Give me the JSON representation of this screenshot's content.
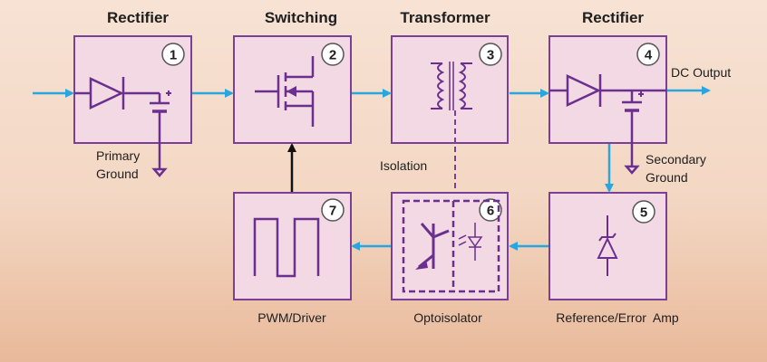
{
  "title": "Switching power supply block diagram",
  "colors": {
    "box_border": "#7b3f95",
    "box_fill": "#f3d9e3",
    "arrow_blue": "#29a6df",
    "arrow_black": "#111111",
    "symbol": "#6a2f8f"
  },
  "blocks": [
    {
      "number": "1",
      "title": "Rectifier",
      "icon": "diode-rectifier-icon"
    },
    {
      "number": "2",
      "title": "Switching",
      "icon": "mosfet-icon"
    },
    {
      "number": "3",
      "title": "Transformer",
      "icon": "transformer-coil-icon"
    },
    {
      "number": "4",
      "title": "Rectifier",
      "icon": "diode-rectifier-icon"
    },
    {
      "number": "5",
      "title": "Reference/Error  Amp",
      "icon": "zener-diode-icon"
    },
    {
      "number": "6",
      "title": "Optoisolator",
      "icon": "optocoupler-icon"
    },
    {
      "number": "7",
      "title": "PWM/Driver",
      "icon": "pwm-waveform-icon"
    }
  ],
  "labels": {
    "dc_output": "DC Output",
    "isolation": "Isolation",
    "primary_ground_1": "Primary",
    "primary_ground_2": "Ground",
    "secondary_ground_1": "Secondary",
    "secondary_ground_2": "Ground"
  }
}
